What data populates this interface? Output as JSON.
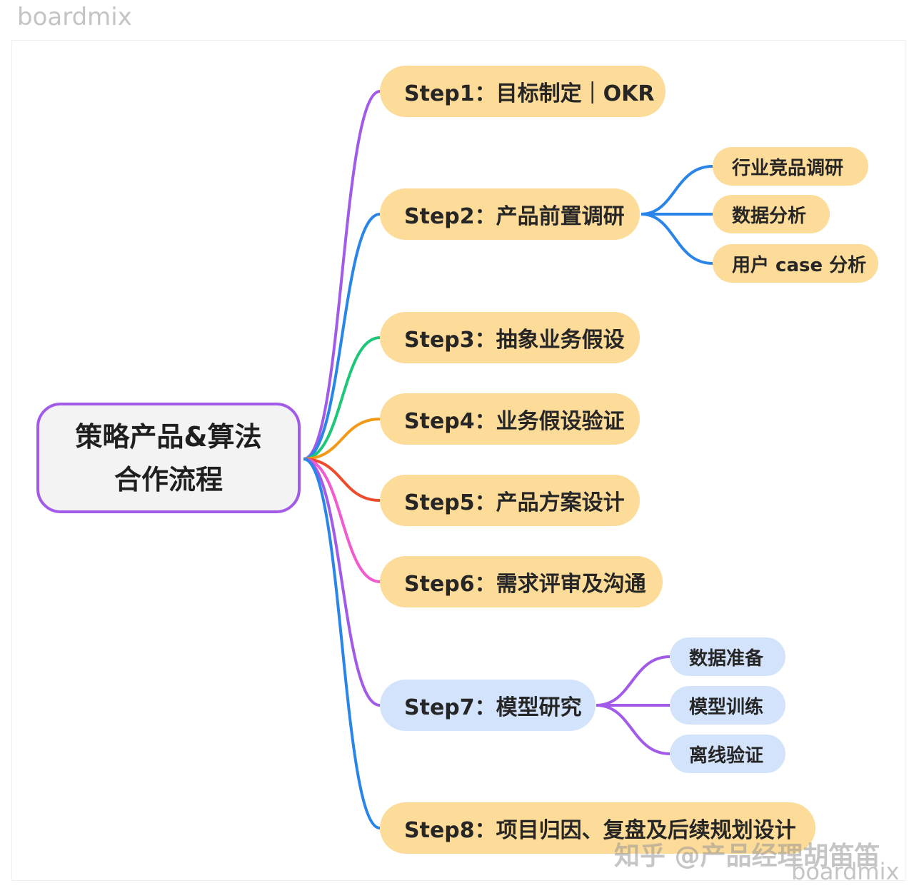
{
  "watermark_top": "boardmix",
  "watermark_bottom": "boardmix",
  "watermark_zhihu": "知乎 @产品经理胡笛笛",
  "root": {
    "line1": "策略产品&算法",
    "line2": "合作流程",
    "border_color": "#a25ae8"
  },
  "steps": [
    {
      "label": "Step1：目标制定｜OKR",
      "connector_color": "#a25ae8"
    },
    {
      "label": "Step2：产品前置调研",
      "connector_color": "#2a85e8",
      "children": [
        "行业竞品调研",
        "数据分析",
        "用户 case 分析"
      ]
    },
    {
      "label": "Step3：抽象业务假设",
      "connector_color": "#1ec67a"
    },
    {
      "label": "Step4：业务假设验证",
      "connector_color": "#f29a17"
    },
    {
      "label": "Step5：产品方案设计",
      "connector_color": "#ee4a2c"
    },
    {
      "label": "Step6：需求评审及沟通",
      "connector_color": "#f25ad0"
    },
    {
      "label": "Step7：模型研究",
      "connector_color": "#a25ae8",
      "children": [
        "数据准备",
        "模型训练",
        "离线验证"
      ]
    },
    {
      "label": "Step8：项目归因、复盘及后续规划设计",
      "connector_color": "#2a85e8"
    }
  ],
  "node_colors": {
    "orange": "#fddb98",
    "blue": "#d4e3fc"
  }
}
